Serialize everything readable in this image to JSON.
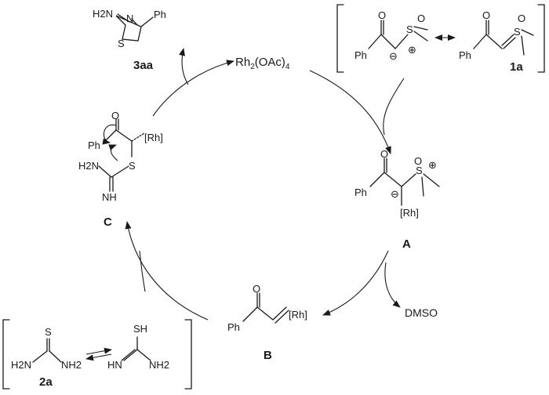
{
  "catalyst": {
    "text": "Rh2(OAc)4"
  },
  "compounds": {
    "product_3aa": {
      "label": "3aa",
      "nh2": "H2N",
      "n": "N",
      "s": "S",
      "ph": "Ph"
    },
    "ylide_1a": {
      "label": "1a",
      "ph_left": "Ph",
      "o_left": "O",
      "s_left": "S",
      "o_ylide_left": "O",
      "minus": "⊖",
      "plus": "⊕",
      "ph_right": "Ph",
      "o_right": "O",
      "s_right": "S",
      "o_ylide_right": "O"
    },
    "intermediate_A": {
      "label": "A",
      "ph": "Ph",
      "o": "O",
      "s": "S",
      "o_s": "O",
      "minus": "⊖",
      "plus": "⊕",
      "rh": "[Rh]"
    },
    "intermediate_B": {
      "label": "B",
      "ph": "Ph",
      "o": "O",
      "rh": "[Rh]"
    },
    "intermediate_C": {
      "label": "C",
      "ph": "Ph",
      "o": "O",
      "rh": "[Rh]",
      "nh2": "H2N",
      "s": "S",
      "nh": "NH"
    },
    "thiourea_2a": {
      "label": "2a",
      "s": "S",
      "nh2_left": "H2N",
      "nh2_right": "NH2",
      "sh": "SH",
      "hn": "HN",
      "nh2_taut": "NH2"
    }
  },
  "byproduct": {
    "text": "DMSO"
  }
}
